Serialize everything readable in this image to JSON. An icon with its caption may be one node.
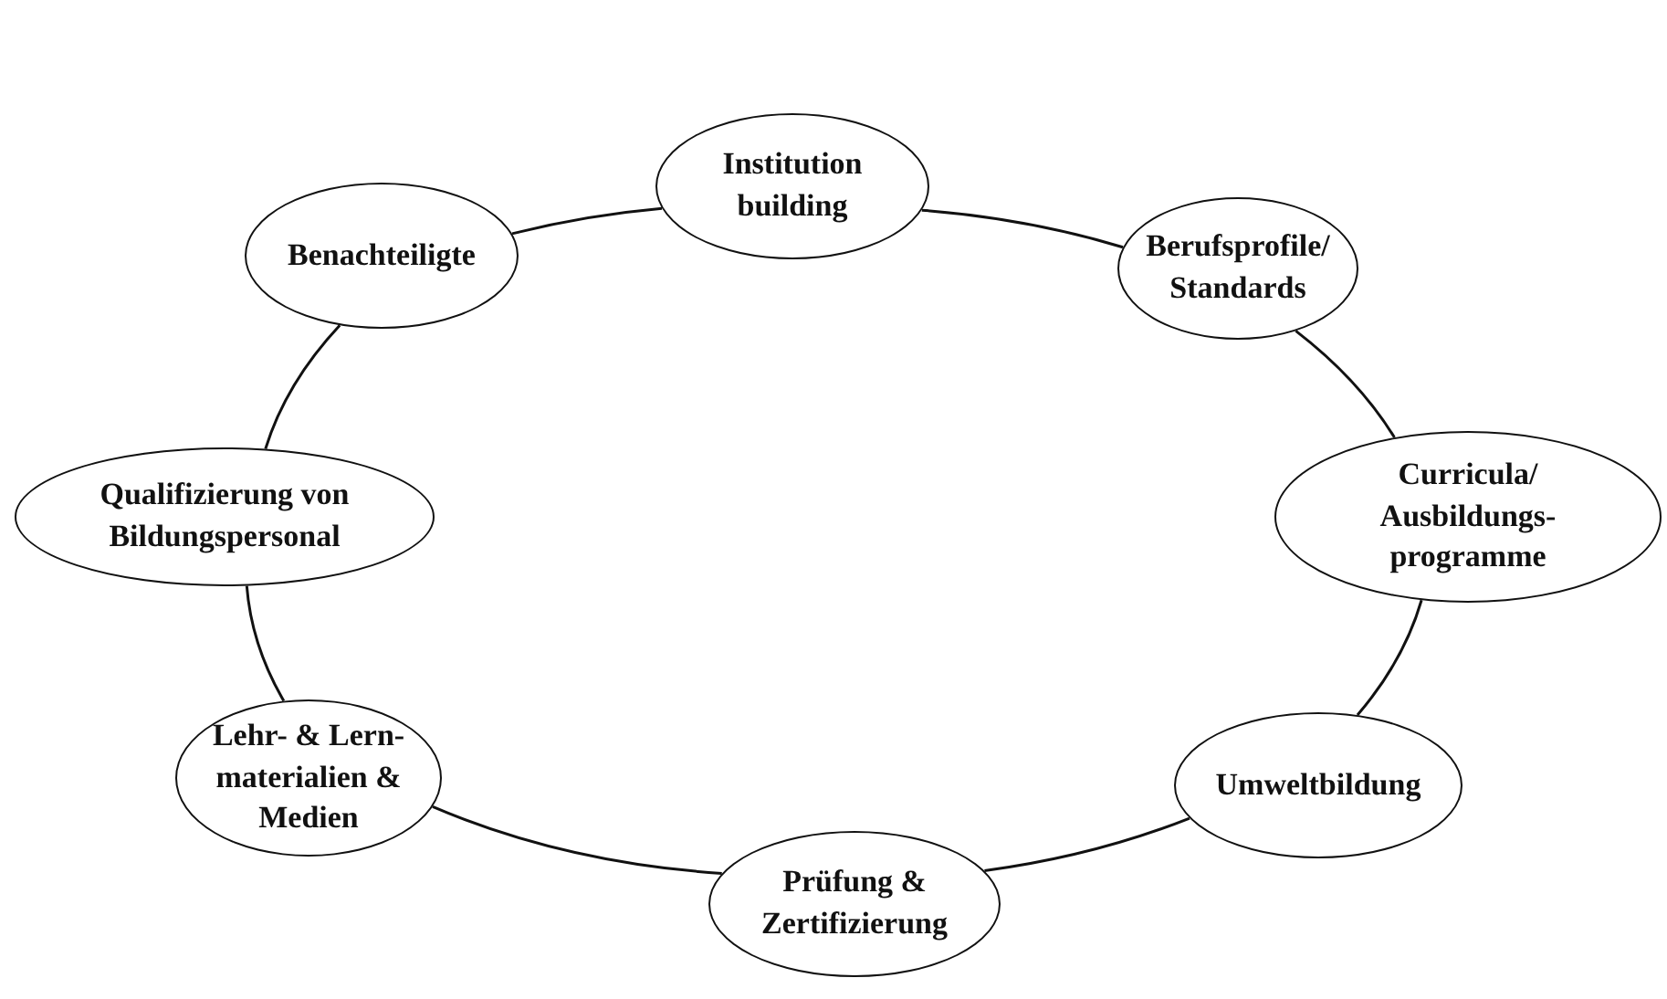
{
  "diagram": {
    "nodes": [
      {
        "text": [
          "Institution building"
        ]
      },
      {
        "text": [
          "Berufsprofile/ Standards"
        ]
      },
      {
        "text": [
          "Curricula/ Ausbildungs- programme"
        ]
      },
      {
        "text": [
          "Umweltbildung"
        ]
      },
      {
        "text": [
          "Prüfung & Zertifizierung"
        ]
      },
      {
        "text": [
          "Lehr- & Lern- materialien & Medien"
        ]
      },
      {
        "text": [
          "Qualifizierung von Bildungspersonal"
        ]
      },
      {
        "text": [
          "Benachteiligte"
        ]
      }
    ],
    "edges": [
      {
        "from": 0,
        "to": 1,
        "arrow": "none"
      },
      {
        "from": 1,
        "to": 2,
        "arrow": "none"
      },
      {
        "from": 2,
        "to": 3,
        "arrow": "none"
      },
      {
        "from": 3,
        "to": 4,
        "arrow": "none"
      },
      {
        "from": 4,
        "to": 5,
        "arrow": "none"
      },
      {
        "from": 5,
        "to": 6,
        "arrow": "none"
      },
      {
        "from": 6,
        "to": 7,
        "arrow": "none"
      },
      {
        "from": 7,
        "to": 0,
        "arrow": "none"
      }
    ]
  }
}
